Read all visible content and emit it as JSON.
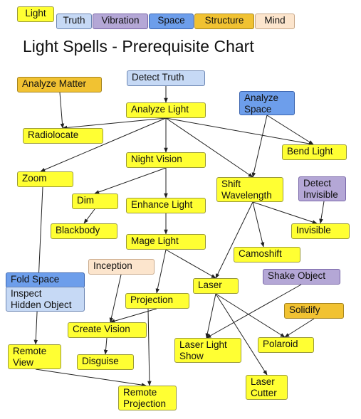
{
  "title": "Light Spells - Prerequisite Chart",
  "legend": [
    {
      "label": "Light",
      "color": "#ffff33"
    },
    {
      "label": "Truth",
      "color": "#c6d9f5"
    },
    {
      "label": "Vibration",
      "color": "#b4a7d6"
    },
    {
      "label": "Space",
      "color": "#6d9eeb"
    },
    {
      "label": "Structure",
      "color": "#f1c232"
    },
    {
      "label": "Mind",
      "color": "#fce5cd"
    }
  ],
  "nodes": {
    "analyze_matter": "Analyze Matter",
    "detect_truth": "Detect Truth",
    "analyze_light": "Analyze Light",
    "analyze_space": "Analyze\nSpace",
    "radiolocate": "Radiolocate",
    "bend_light": "Bend Light",
    "night_vision": "Night Vision",
    "zoom": "Zoom",
    "shift_wavelength": "Shift\nWavelength",
    "detect_invisible": "Detect\nInvisible",
    "dim": "Dim",
    "enhance_light": "Enhance Light",
    "blackbody": "Blackbody",
    "invisible": "Invisible",
    "mage_light": "Mage Light",
    "camoshift": "Camoshift",
    "inception": "Inception",
    "fold_space": "Fold Space",
    "inspect_hidden_object": "Inspect\nHidden Object",
    "shake_object": "Shake Object",
    "laser": "Laser",
    "projection": "Projection",
    "solidify": "Solidify",
    "create_vision": "Create Vision",
    "remote_view": "Remote\nView",
    "laser_light_show": "Laser Light\nShow",
    "polaroid": "Polaroid",
    "disguise": "Disguise",
    "remote_projection": "Remote\nProjection",
    "laser_cutter": "Laser\nCutter"
  }
}
